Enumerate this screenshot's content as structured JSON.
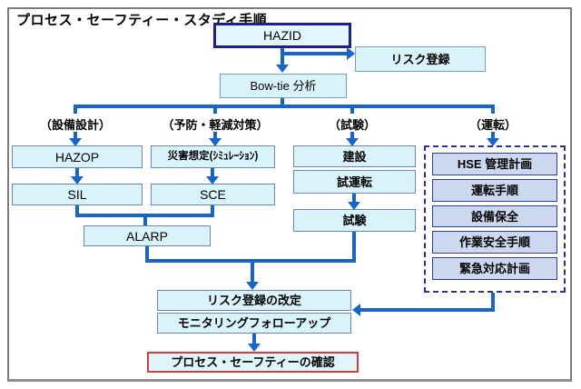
{
  "title": "プロセス・セーフティー・スタディ手順",
  "column_labels": {
    "design": "（設備設計）",
    "prevention": "（予防・軽減対策）",
    "test": "（試験）",
    "operation": "（運転）"
  },
  "nodes": {
    "hazid": "HAZID",
    "risk_register": "リスク登録",
    "bowtie": "Bow-tie 分析",
    "hazop": "HAZOP",
    "disaster_sim": "災害想定(ｼﾐｭﾚｰｼｮﾝ)",
    "sil": "SIL",
    "sce": "SCE",
    "alarp": "ALARP",
    "construction": "建設",
    "commissioning": "試運転",
    "test": "試験",
    "hse_plan": "HSE 管理計画",
    "operation_procedure": "運転手順",
    "equipment_maintenance": "設備保全",
    "work_safety_procedure": "作業安全手順",
    "emergency_plan": "緊急対応計画",
    "risk_register_revision": "リスク登録の改定",
    "monitoring_followup": "モニタリングフォローアップ",
    "process_safety_confirmation": "プロセス・セーフティーの確認"
  },
  "colors": {
    "connector_blue": "#1565cd",
    "box_fill_cyan": "#d9f3fb",
    "hazid_border": "#1c1d90",
    "standard_border": "#6a85bb",
    "operations_box_fill": "#ccd8f0",
    "operations_box_border": "#2f3f99",
    "dashed_border": "#2b2fa3",
    "confirmation_border": "#dd3a3a",
    "frame_border": "#7d7d7d"
  }
}
